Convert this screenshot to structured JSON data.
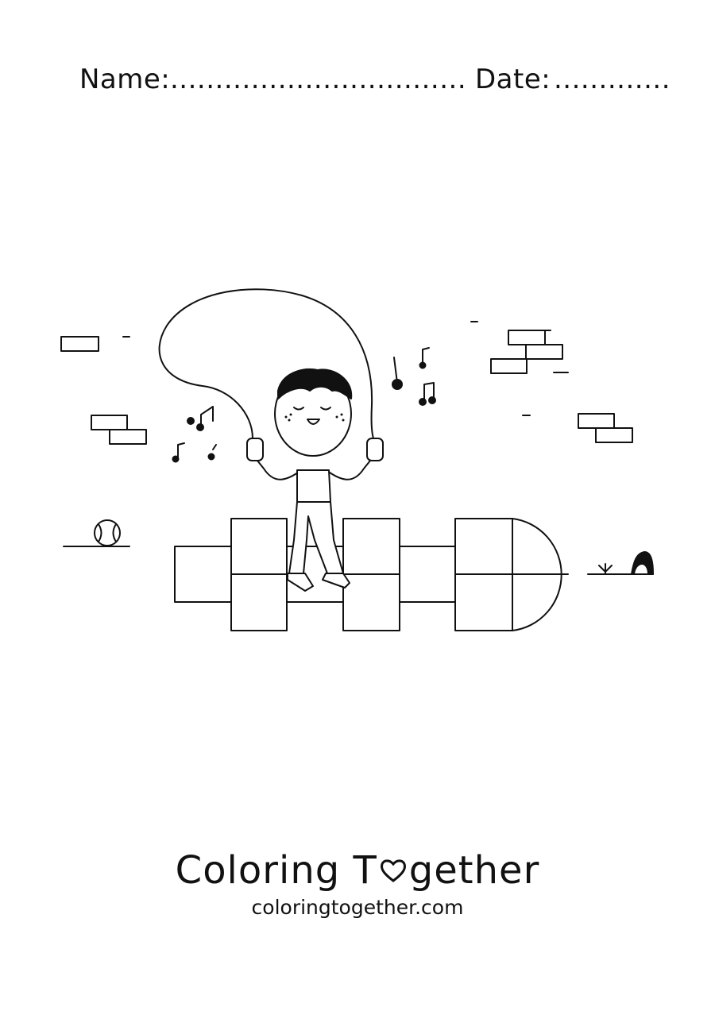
{
  "header": {
    "name_label": "Name:",
    "name_dots": "..........................................................",
    "date_label": "Date:",
    "date_dots": "........................."
  },
  "brand": {
    "title_part1": "Coloring T",
    "title_part2": "gether",
    "url": "coloringtogether.com"
  },
  "colors": {
    "ink": "#111111",
    "paper": "#ffffff"
  },
  "illustration": {
    "subject": "boy-jumping-rope-on-hopscotch",
    "icons": [
      "jump-rope-icon",
      "music-note-icon",
      "baseball-icon",
      "brick-icon",
      "hopscotch-icon",
      "heart-icon"
    ]
  }
}
